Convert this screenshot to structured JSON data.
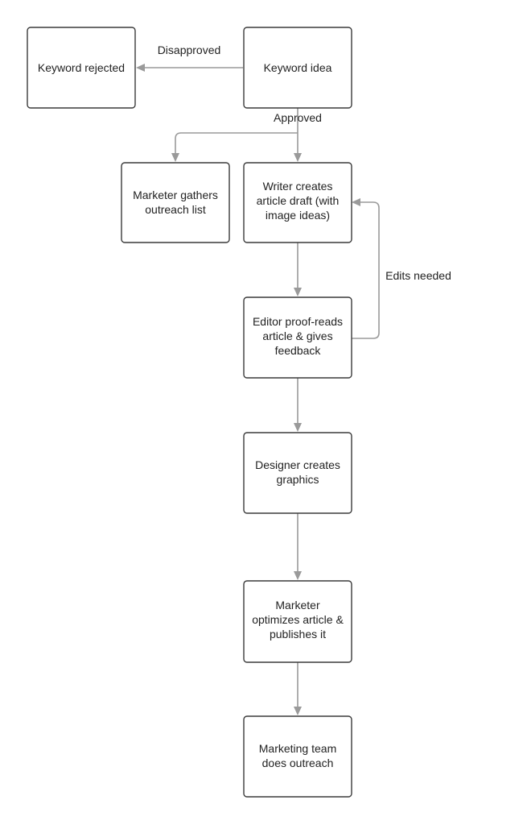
{
  "nodes": {
    "keyword_rejected": "Keyword rejected",
    "keyword_idea": "Keyword idea",
    "marketer_gathers": [
      "Marketer gathers",
      "outreach list"
    ],
    "writer_creates": [
      "Writer creates",
      "article draft (with",
      "image ideas)"
    ],
    "editor_proofreads": [
      "Editor proof-reads",
      "article & gives",
      "feedback"
    ],
    "designer_creates": [
      "Designer creates",
      "graphics"
    ],
    "marketer_optimizes": [
      "Marketer",
      "optimizes article &",
      "publishes it"
    ],
    "marketing_team": [
      "Marketing team",
      "does outreach"
    ]
  },
  "edge_labels": {
    "disapproved": "Disapproved",
    "approved": "Approved",
    "edits_needed": "Edits needed"
  },
  "colors": {
    "box_border": "#3a3a3a",
    "connector": "#9a9a9a",
    "text": "#222222"
  }
}
